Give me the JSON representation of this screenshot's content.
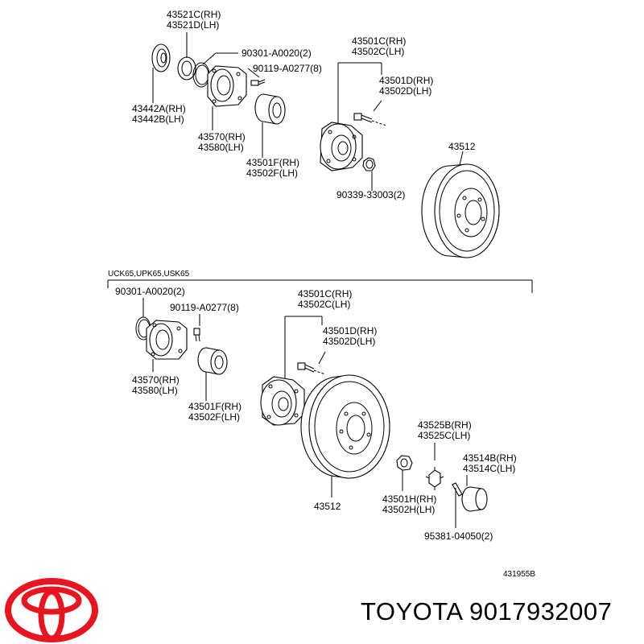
{
  "top_section": {
    "p43521": [
      "43521C(RH)",
      "43521D(LH)"
    ],
    "p90301": "90301-A0020(2)",
    "p90119": "90119-A0277(8)",
    "p43442": [
      "43442A(RH)",
      "43442B(LH)"
    ],
    "p43570": [
      "43570(RH)",
      "43580(LH)"
    ],
    "p43501F": [
      "43501F(RH)",
      "43502F(LH)"
    ],
    "p43501C": [
      "43501C(RH)",
      "43502C(LH)"
    ],
    "p43501D": [
      "43501D(RH)",
      "43502D(LH)"
    ],
    "p43512": "43512",
    "p90339": "90339-33003(2)"
  },
  "bottom_section": {
    "models": "UCK65,UPK65,USK65",
    "p90301": "90301-A0020(2)",
    "p90119": "90119-A0277(8)",
    "p43570": [
      "43570(RH)",
      "43580(LH)"
    ],
    "p43501F": [
      "43501F(RH)",
      "43502F(LH)"
    ],
    "p43501C": [
      "43501C(RH)",
      "43502C(LH)"
    ],
    "p43501D": [
      "43501D(RH)",
      "43502D(LH)"
    ],
    "p43512": "43512",
    "p43525": [
      "43525B(RH)",
      "43525C(LH)"
    ],
    "p43514": [
      "43514B(RH)",
      "43514C(LH)"
    ],
    "p43501H": [
      "43501H(RH)",
      "43502H(LH)"
    ],
    "p95381": "95381-04050(2)"
  },
  "figure_id": "431955B",
  "brand": {
    "name_part_number": "TOYOTA 9017932007",
    "logo_color": "#e8141f"
  }
}
